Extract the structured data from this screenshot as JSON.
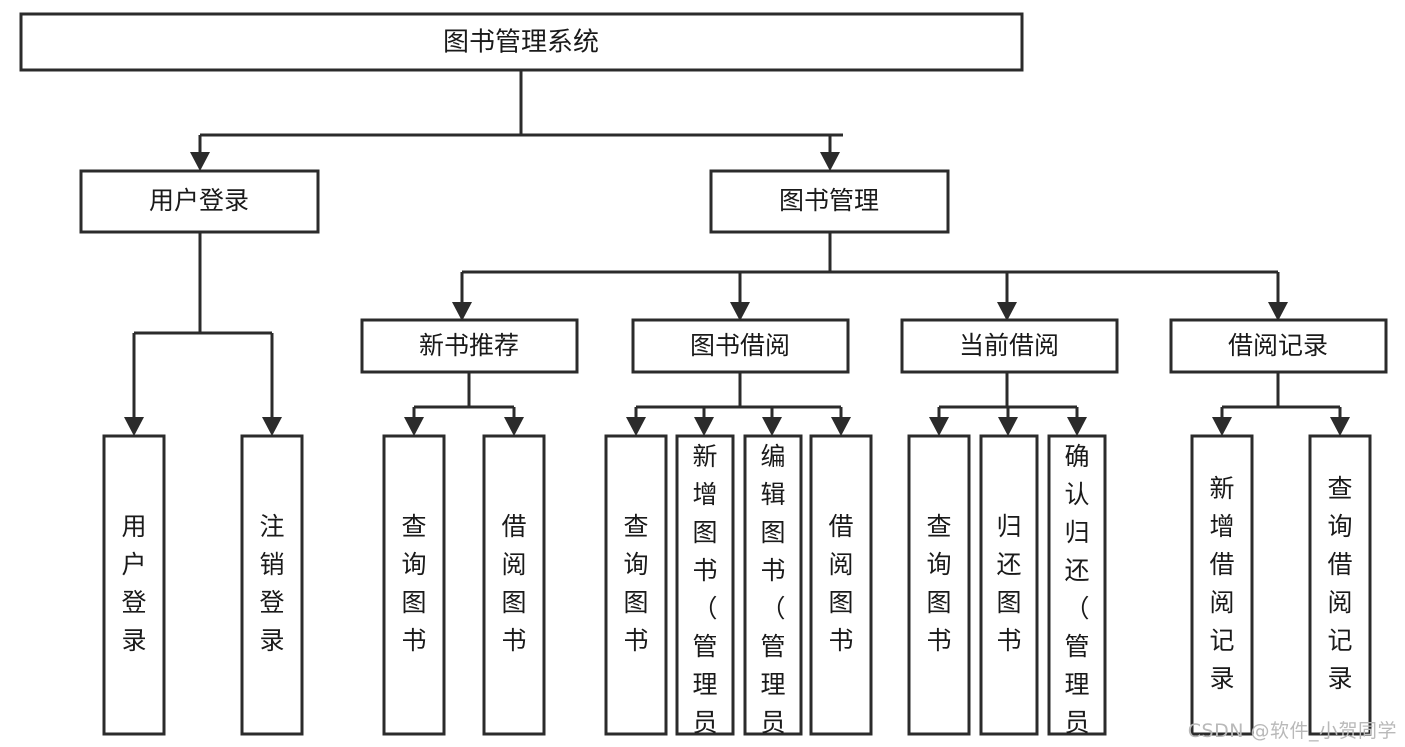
{
  "diagram": {
    "type": "tree-hierarchy-flowchart",
    "title": "图书管理系统",
    "watermark": "CSDN @软件_小贺同学",
    "colors": {
      "stroke": "#2b2b2b",
      "fill": "#ffffff",
      "text": "#1a1a1a",
      "watermark": "#b9b9b9"
    },
    "levels": [
      {
        "level": 0,
        "nodes": [
          {
            "id": "root",
            "label": "图书管理系统",
            "orientation": "horizontal"
          }
        ]
      },
      {
        "level": 1,
        "nodes": [
          {
            "id": "user-login",
            "label": "用户登录",
            "orientation": "horizontal",
            "parent": "root"
          },
          {
            "id": "book-manage",
            "label": "图书管理",
            "orientation": "horizontal",
            "parent": "root"
          }
        ]
      },
      {
        "level": 2,
        "nodes": [
          {
            "id": "new-book-rec",
            "label": "新书推荐",
            "orientation": "horizontal",
            "parent": "book-manage"
          },
          {
            "id": "book-borrow",
            "label": "图书借阅",
            "orientation": "horizontal",
            "parent": "book-manage"
          },
          {
            "id": "current-borrow",
            "label": "当前借阅",
            "orientation": "horizontal",
            "parent": "book-manage"
          },
          {
            "id": "borrow-record",
            "label": "借阅记录",
            "orientation": "horizontal",
            "parent": "book-manage"
          }
        ]
      },
      {
        "level": 3,
        "nodes": [
          {
            "id": "leaf-user-login",
            "label": "用户登录",
            "orientation": "vertical",
            "parent": "user-login",
            "align": "middle"
          },
          {
            "id": "leaf-logout",
            "label": "注销登录",
            "orientation": "vertical",
            "parent": "user-login",
            "align": "middle"
          },
          {
            "id": "leaf-query-book-1",
            "label": "查询图书",
            "orientation": "vertical",
            "parent": "new-book-rec",
            "align": "middle"
          },
          {
            "id": "leaf-borrow-book-1",
            "label": "借阅图书",
            "orientation": "vertical",
            "parent": "new-book-rec",
            "align": "middle"
          },
          {
            "id": "leaf-query-book-2",
            "label": "查询图书",
            "orientation": "vertical",
            "parent": "book-borrow",
            "align": "middle"
          },
          {
            "id": "leaf-add-book",
            "label": "新增图书（管理员）",
            "orientation": "vertical",
            "parent": "book-borrow",
            "align": "top"
          },
          {
            "id": "leaf-edit-book",
            "label": "编辑图书（管理员）",
            "orientation": "vertical",
            "parent": "book-borrow",
            "align": "top"
          },
          {
            "id": "leaf-borrow-book-2",
            "label": "借阅图书",
            "orientation": "vertical",
            "parent": "book-borrow",
            "align": "middle"
          },
          {
            "id": "leaf-query-book-3",
            "label": "查询图书",
            "orientation": "vertical",
            "parent": "current-borrow",
            "align": "middle"
          },
          {
            "id": "leaf-return-book",
            "label": "归还图书",
            "orientation": "vertical",
            "parent": "current-borrow",
            "align": "middle"
          },
          {
            "id": "leaf-confirm-return",
            "label": "确认归还（管理员）",
            "orientation": "vertical",
            "parent": "current-borrow",
            "align": "top"
          },
          {
            "id": "leaf-add-record",
            "label": "新增借阅记录",
            "orientation": "vertical",
            "parent": "borrow-record",
            "align": "middle"
          },
          {
            "id": "leaf-query-record",
            "label": "查询借阅记录",
            "orientation": "vertical",
            "parent": "borrow-record",
            "align": "middle"
          }
        ]
      }
    ]
  }
}
